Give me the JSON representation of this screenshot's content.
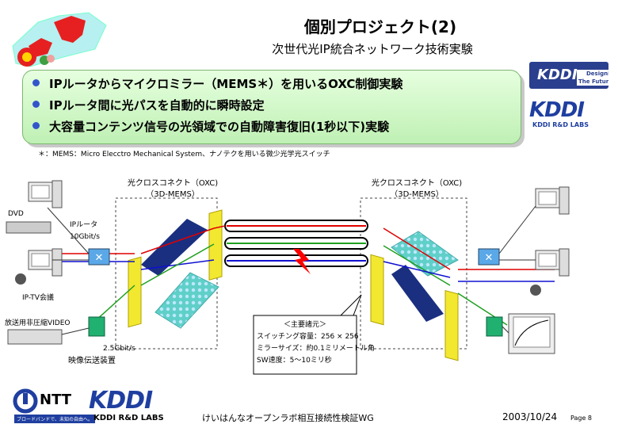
{
  "header": {
    "title": "個別プロジェクト(2)",
    "subtitle": "次世代光IP統合ネットワーク技術実験"
  },
  "bullets": [
    "IPルータからマイクロミラー（MEMS＊）を用いるOXC制御実験",
    "IPルータ間に光パスを自動的に瞬時設定",
    "大容量コンテンツ信号の光領域での自動障害復旧(1秒以下)実験"
  ],
  "footnote": "＊：MEMS：Micro Elecctro Mechanical System、ナノテクを用いる微少光学光スイッチ",
  "logos": {
    "kddi_top": "KDDI",
    "kddi_top_tag": "Designing The Future",
    "kddi_mid": "KDDI",
    "kddi_mid_sub": "KDDI R&D LABS",
    "ntt": "NTT",
    "ntt_slogan": "ブロードバンドで、未知の自由へ。",
    "kddi_bottom": "KDDI",
    "kddi_bottom_sub": "KDDI R&D LABS"
  },
  "diagram": {
    "oxc_left_label1": "光クロスコネクト（OXC)",
    "oxc_left_label2": "（3D-MEMS）",
    "oxc_right_label1": "光クロスコネクト（OXC)",
    "oxc_right_label2": "（3D-MEMS）",
    "dvd_label": "DVD",
    "router_label": "IPルータ",
    "rate_10g": "10Gbit/s",
    "iptv_label": "IP-TV会議",
    "video_label": "放送用非圧縮VIDEO",
    "rate_25g": "2.5Gbit/s",
    "video_device_label": "映像伝送装置",
    "specs_title": "＜主要諸元＞",
    "specs": [
      "スイッチング容量：256 × 256",
      "ミラーサイズ：約0.1ミリメートル角",
      "SW速度：5～10ミリ秒"
    ]
  },
  "footer": {
    "text": "けいはんなオープンラボ相互接続性検証WG",
    "date": "2003/10/24",
    "page": "Page 8"
  },
  "colors": {
    "accent_blue": "#1f3fa0",
    "bullet_box": "#c8f0bc",
    "mirror_blue": "#1a2f80",
    "switch_yellow": "#f2e830",
    "link_red": "#e00000",
    "link_green": "#20a020",
    "link_blue": "#1010d0"
  }
}
